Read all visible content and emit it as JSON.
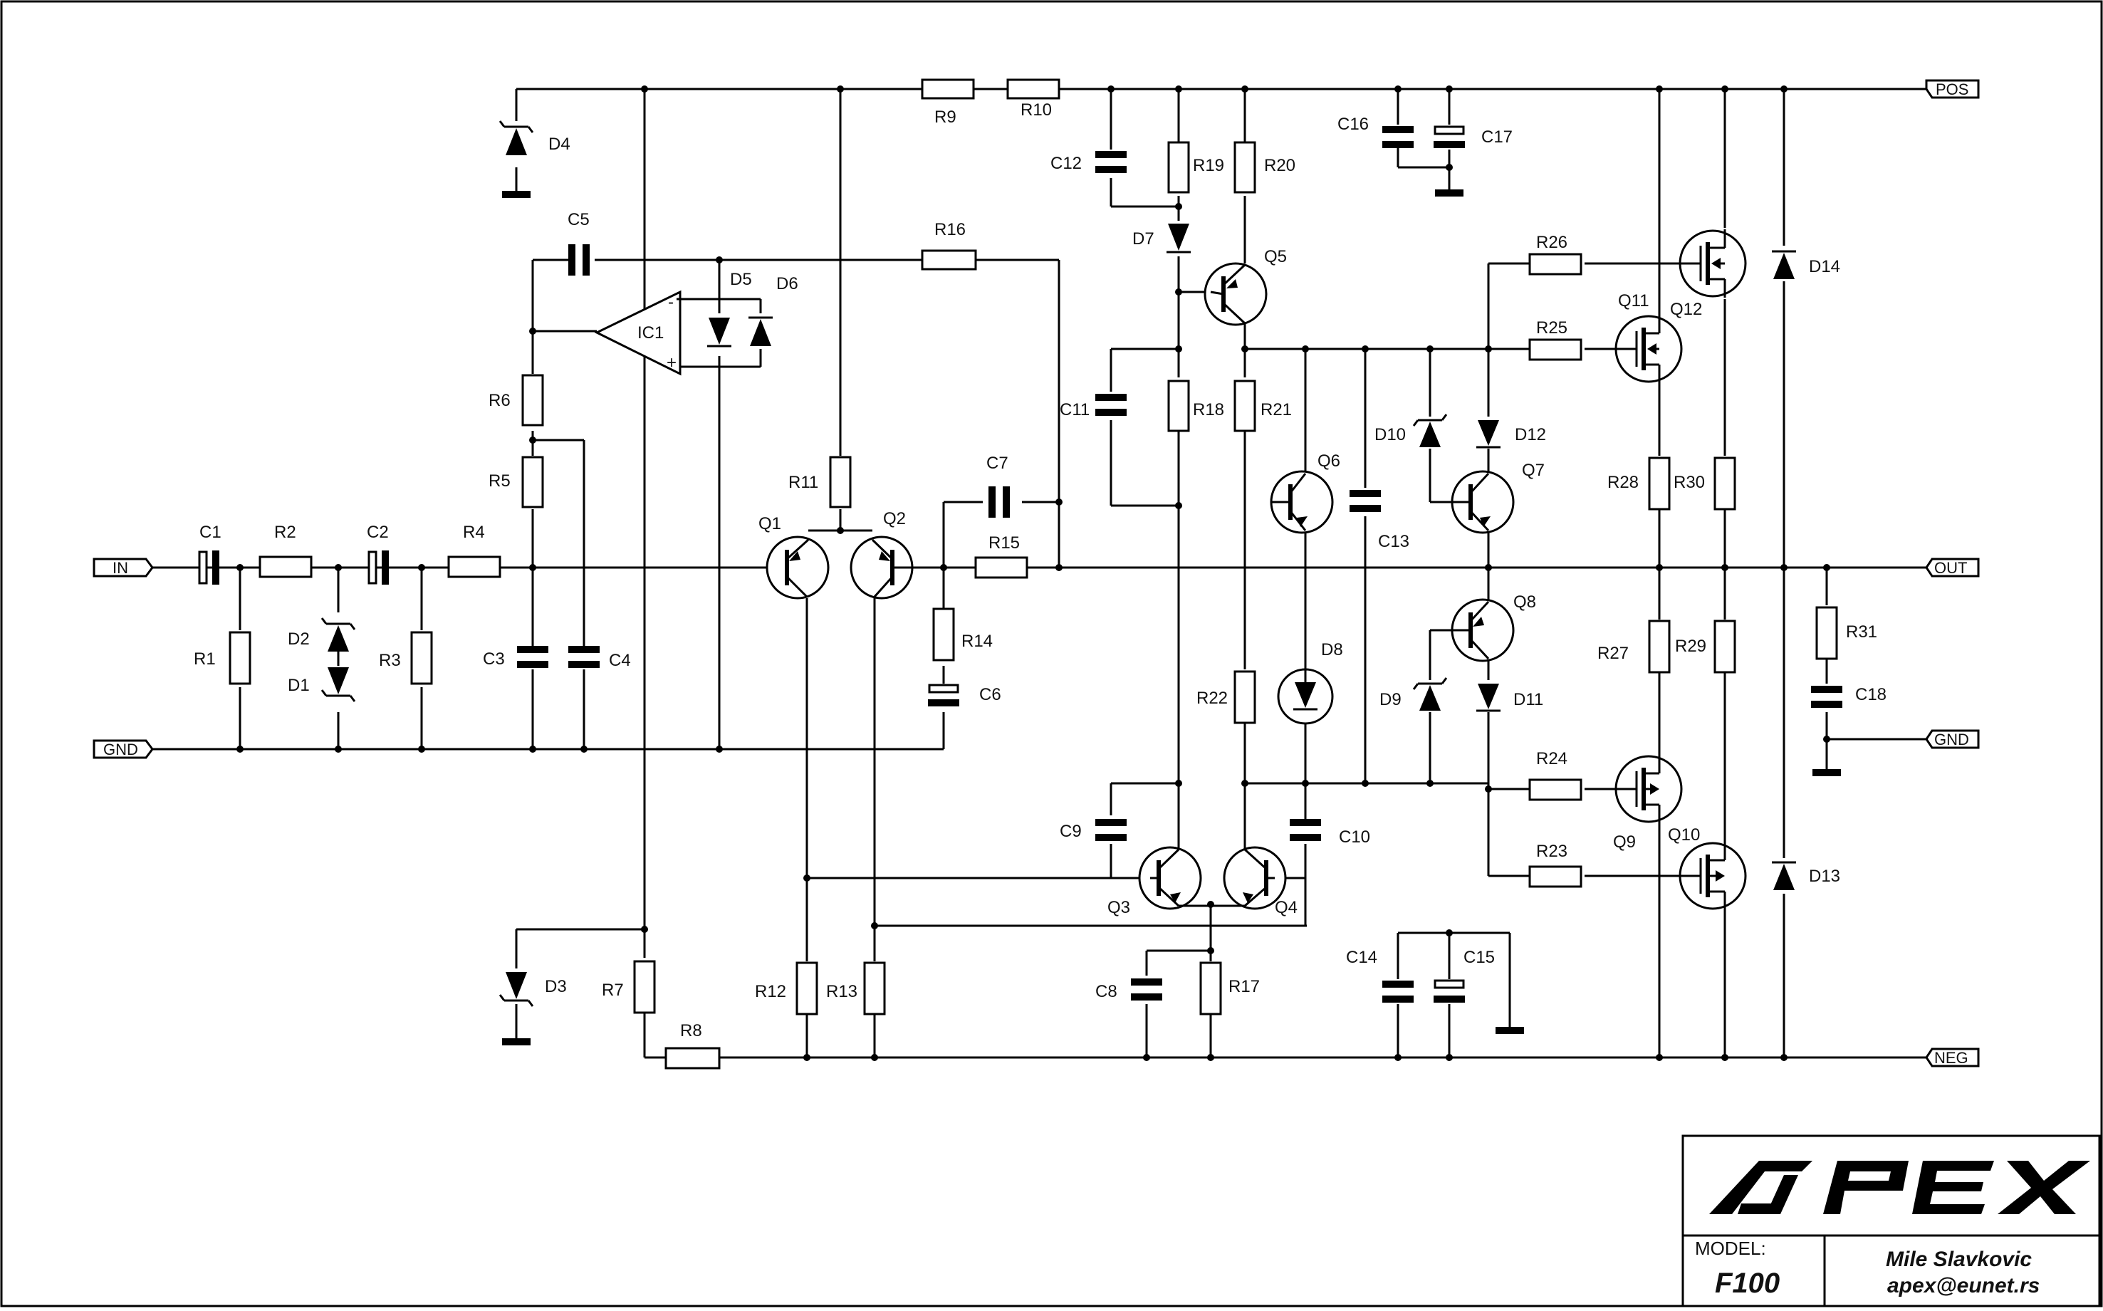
{
  "ports": {
    "in": "IN",
    "gnd_left": "GND",
    "pos": "POS",
    "out": "OUT",
    "gnd_right": "GND",
    "neg": "NEG"
  },
  "labels": {
    "C1": "C1",
    "C2": "C2",
    "C3": "C3",
    "C4": "C4",
    "C5": "C5",
    "C6": "C6",
    "C7": "C7",
    "C8": "C8",
    "C9": "C9",
    "C10": "C10",
    "C11": "C11",
    "C12": "C12",
    "C13": "C13",
    "C14": "C14",
    "C15": "C15",
    "C16": "C16",
    "C17": "C17",
    "C18": "C18",
    "R1": "R1",
    "R2": "R2",
    "R3": "R3",
    "R4": "R4",
    "R5": "R5",
    "R6": "R6",
    "R7": "R7",
    "R8": "R8",
    "R9": "R9",
    "R10": "R10",
    "R11": "R11",
    "R12": "R12",
    "R13": "R13",
    "R14": "R14",
    "R15": "R15",
    "R16": "R16",
    "R17": "R17",
    "R18": "R18",
    "R19": "R19",
    "R20": "R20",
    "R21": "R21",
    "R22": "R22",
    "R23": "R23",
    "R24": "R24",
    "R25": "R25",
    "R26": "R26",
    "R27": "R27",
    "R28": "R28",
    "R29": "R29",
    "R30": "R30",
    "R31": "R31",
    "D1": "D1",
    "D2": "D2",
    "D3": "D3",
    "D4": "D4",
    "D5": "D5",
    "D6": "D6",
    "D7": "D7",
    "D8": "D8",
    "D9": "D9",
    "D10": "D10",
    "D11": "D11",
    "D12": "D12",
    "D13": "D13",
    "D14": "D14",
    "Q1": "Q1",
    "Q2": "Q2",
    "Q3": "Q3",
    "Q4": "Q4",
    "Q5": "Q5",
    "Q6": "Q6",
    "Q7": "Q7",
    "Q8": "Q8",
    "Q9": "Q9",
    "Q10": "Q10",
    "Q11": "Q11",
    "Q12": "Q12",
    "IC1": "IC1",
    "opamp_minus": "-",
    "opamp_plus": "+"
  },
  "title_block": {
    "logo_text": "APEX",
    "model_label": "MODEL:",
    "model_value": "F100",
    "author": "Mile Slavkovic",
    "email": "apex@eunet.rs"
  }
}
